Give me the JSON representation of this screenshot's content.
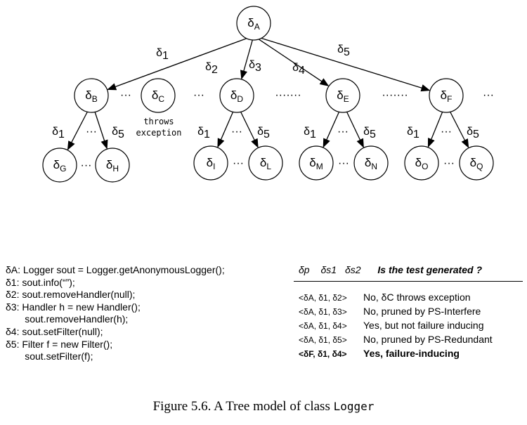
{
  "tree": {
    "root": {
      "label": "δA"
    },
    "level1": [
      {
        "label": "δB",
        "edge": "δ1"
      },
      {
        "label": "δC",
        "edge": "δ2",
        "note_line1": "throws",
        "note_line2": "exception"
      },
      {
        "label": "δD",
        "edge": "δ3"
      },
      {
        "label": "δE",
        "edge": "δ4"
      },
      {
        "label": "δF",
        "edge": "δ5"
      }
    ],
    "level2": [
      {
        "label": "δG"
      },
      {
        "label": "δH"
      },
      {
        "label": "δI"
      },
      {
        "label": "δL"
      },
      {
        "label": "δM"
      },
      {
        "label": "δN"
      },
      {
        "label": "δO"
      },
      {
        "label": "δQ"
      }
    ],
    "child_edge_left": "δ1",
    "child_edge_right": "δ5",
    "ellipsis": "···",
    "long_ellipsis": "·······"
  },
  "definitions": [
    "δA: Logger sout = Logger.getAnonymousLogger();",
    "δ1: sout.info(“”);",
    "δ2: sout.removeHandler(null);",
    "δ3: Handler h = new Handler();",
    "       sout.removeHandler(h);",
    "δ4: sout.setFilter(null);",
    "δ5: Filter f = new Filter();",
    "       sout.setFilter(f);"
  ],
  "table": {
    "header_cols": [
      "δp",
      "δs1",
      "δs2"
    ],
    "header_question": "Is the test generated ?",
    "rows": [
      {
        "seq": "<δA, δ1, δ2>",
        "result": "No, δC throws exception",
        "bold": false
      },
      {
        "seq": "<δA, δ1, δ3>",
        "result": "No, pruned by PS-Interfere",
        "bold": false
      },
      {
        "seq": "<δA, δ1, δ4>",
        "result": "Yes, but not failure inducing",
        "bold": false
      },
      {
        "seq": "<δA, δ1, δ5>",
        "result": "No, pruned by PS-Redundant",
        "bold": false
      },
      {
        "seq": "<δF, δ1, δ4>",
        "result": "Yes, failure-inducing",
        "bold": true
      }
    ]
  },
  "caption": {
    "text": "Figure 5.6.  A Tree model of class ",
    "code": "Logger"
  }
}
